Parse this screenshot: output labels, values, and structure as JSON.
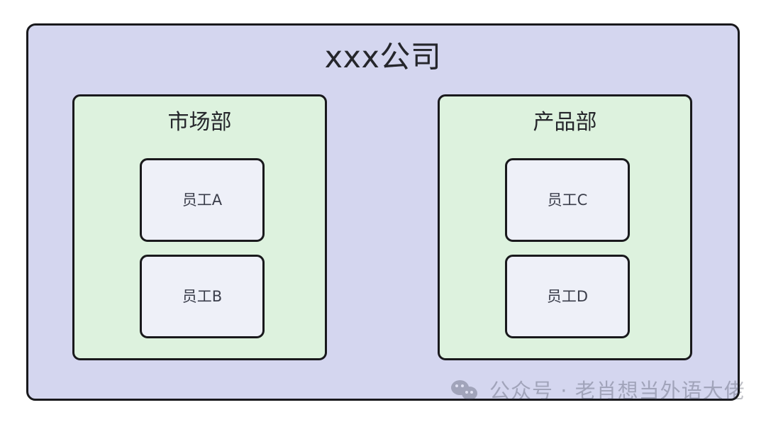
{
  "diagram": {
    "type": "nested-org-hierarchy",
    "company": {
      "title": "xxx公司",
      "fill_color": "#d4d6ef",
      "border_color": "#19191c"
    },
    "departments": [
      {
        "title": "市场部",
        "fill_color": "#ddf2de",
        "employees": [
          {
            "label": "员工A"
          },
          {
            "label": "员工B"
          }
        ]
      },
      {
        "title": "产品部",
        "fill_color": "#ddf2de",
        "employees": [
          {
            "label": "员工C"
          },
          {
            "label": "员工D"
          }
        ]
      }
    ],
    "employee_fill_color": "#eef0f8"
  },
  "watermark": {
    "icon": "wechat-logo-icon",
    "text": "公众号 · 老肖想当外语大佬"
  }
}
